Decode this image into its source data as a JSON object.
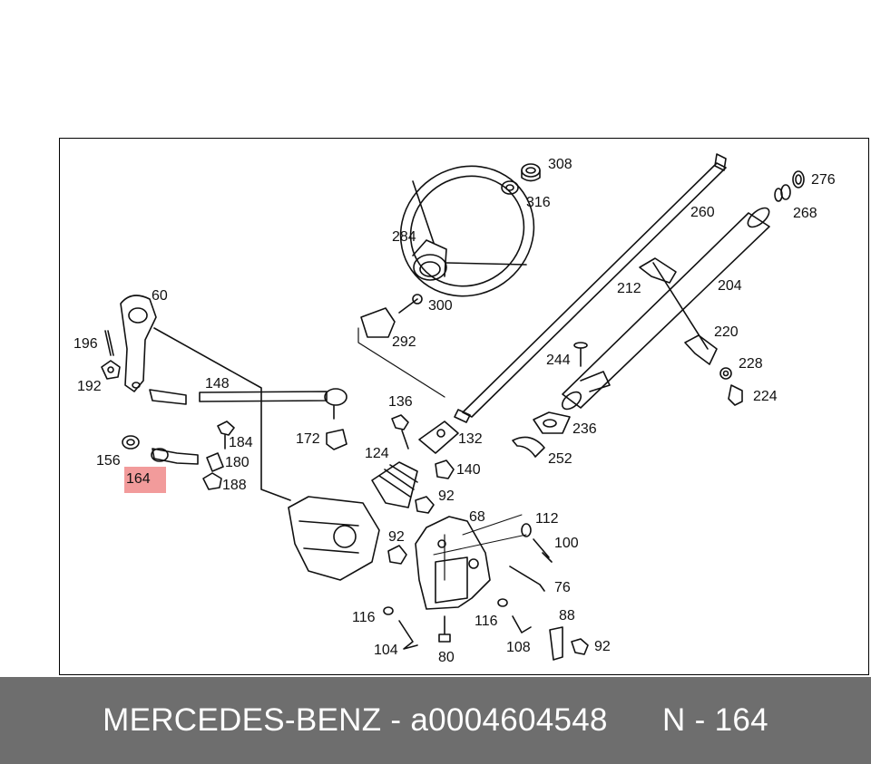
{
  "labels": [
    {
      "id": "308",
      "text": "308"
    },
    {
      "id": "316",
      "text": "316"
    },
    {
      "id": "276",
      "text": "276"
    },
    {
      "id": "268",
      "text": "268"
    },
    {
      "id": "260",
      "text": "260"
    },
    {
      "id": "284",
      "text": "284"
    },
    {
      "id": "204",
      "text": "204"
    },
    {
      "id": "212",
      "text": "212"
    },
    {
      "id": "300",
      "text": "300"
    },
    {
      "id": "292",
      "text": "292"
    },
    {
      "id": "220",
      "text": "220"
    },
    {
      "id": "60",
      "text": "60"
    },
    {
      "id": "196",
      "text": "196"
    },
    {
      "id": "192",
      "text": "192"
    },
    {
      "id": "148",
      "text": "148"
    },
    {
      "id": "244",
      "text": "244"
    },
    {
      "id": "228",
      "text": "228"
    },
    {
      "id": "224",
      "text": "224"
    },
    {
      "id": "136",
      "text": "136"
    },
    {
      "id": "236",
      "text": "236"
    },
    {
      "id": "172",
      "text": "172"
    },
    {
      "id": "132",
      "text": "132"
    },
    {
      "id": "184",
      "text": "184"
    },
    {
      "id": "156",
      "text": "156"
    },
    {
      "id": "180",
      "text": "180"
    },
    {
      "id": "124",
      "text": "124"
    },
    {
      "id": "252",
      "text": "252"
    },
    {
      "id": "140",
      "text": "140"
    },
    {
      "id": "164",
      "text": "164"
    },
    {
      "id": "188",
      "text": "188"
    },
    {
      "id": "92a",
      "text": "92"
    },
    {
      "id": "68",
      "text": "68"
    },
    {
      "id": "112",
      "text": "112"
    },
    {
      "id": "92b",
      "text": "92"
    },
    {
      "id": "100",
      "text": "100"
    },
    {
      "id": "76",
      "text": "76"
    },
    {
      "id": "88",
      "text": "88"
    },
    {
      "id": "116a",
      "text": "116"
    },
    {
      "id": "116b",
      "text": "116"
    },
    {
      "id": "92c",
      "text": "92"
    },
    {
      "id": "104",
      "text": "104"
    },
    {
      "id": "80",
      "text": "80"
    },
    {
      "id": "108",
      "text": "108"
    }
  ],
  "highlight_label": "164",
  "footer": {
    "brand": "MERCEDES-BENZ",
    "separator": "-",
    "part_number": "a0004604548",
    "position_prefix": "N",
    "position_separator": "-",
    "position_number": "164"
  }
}
